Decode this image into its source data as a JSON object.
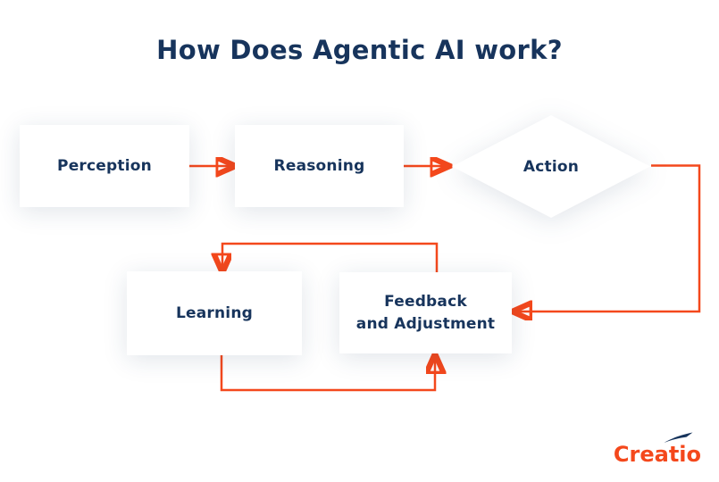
{
  "title": "How Does Agentic AI work?",
  "colors": {
    "navy": "#17345C",
    "orange": "#F4481C",
    "background": "#FFFFFF",
    "node_fill": "#FFFFFF"
  },
  "nodes": [
    {
      "id": "perception",
      "label": "Perception",
      "shape": "rectangle"
    },
    {
      "id": "reasoning",
      "label": "Reasoning",
      "shape": "rectangle"
    },
    {
      "id": "action",
      "label": "Action",
      "shape": "diamond"
    },
    {
      "id": "learning",
      "label": "Learning",
      "shape": "rectangle"
    },
    {
      "id": "feedback",
      "label": "Feedback and Adjustment",
      "lines": [
        "Feedback",
        "and Adjustment"
      ],
      "shape": "rectangle"
    }
  ],
  "edges": [
    {
      "from": "perception",
      "to": "reasoning"
    },
    {
      "from": "reasoning",
      "to": "action"
    },
    {
      "from": "action",
      "to": "feedback"
    },
    {
      "from": "feedback",
      "to": "learning"
    },
    {
      "from": "learning",
      "to": "feedback"
    }
  ],
  "logo": {
    "text": "Creatio",
    "icon": "bird-swoosh-icon"
  }
}
